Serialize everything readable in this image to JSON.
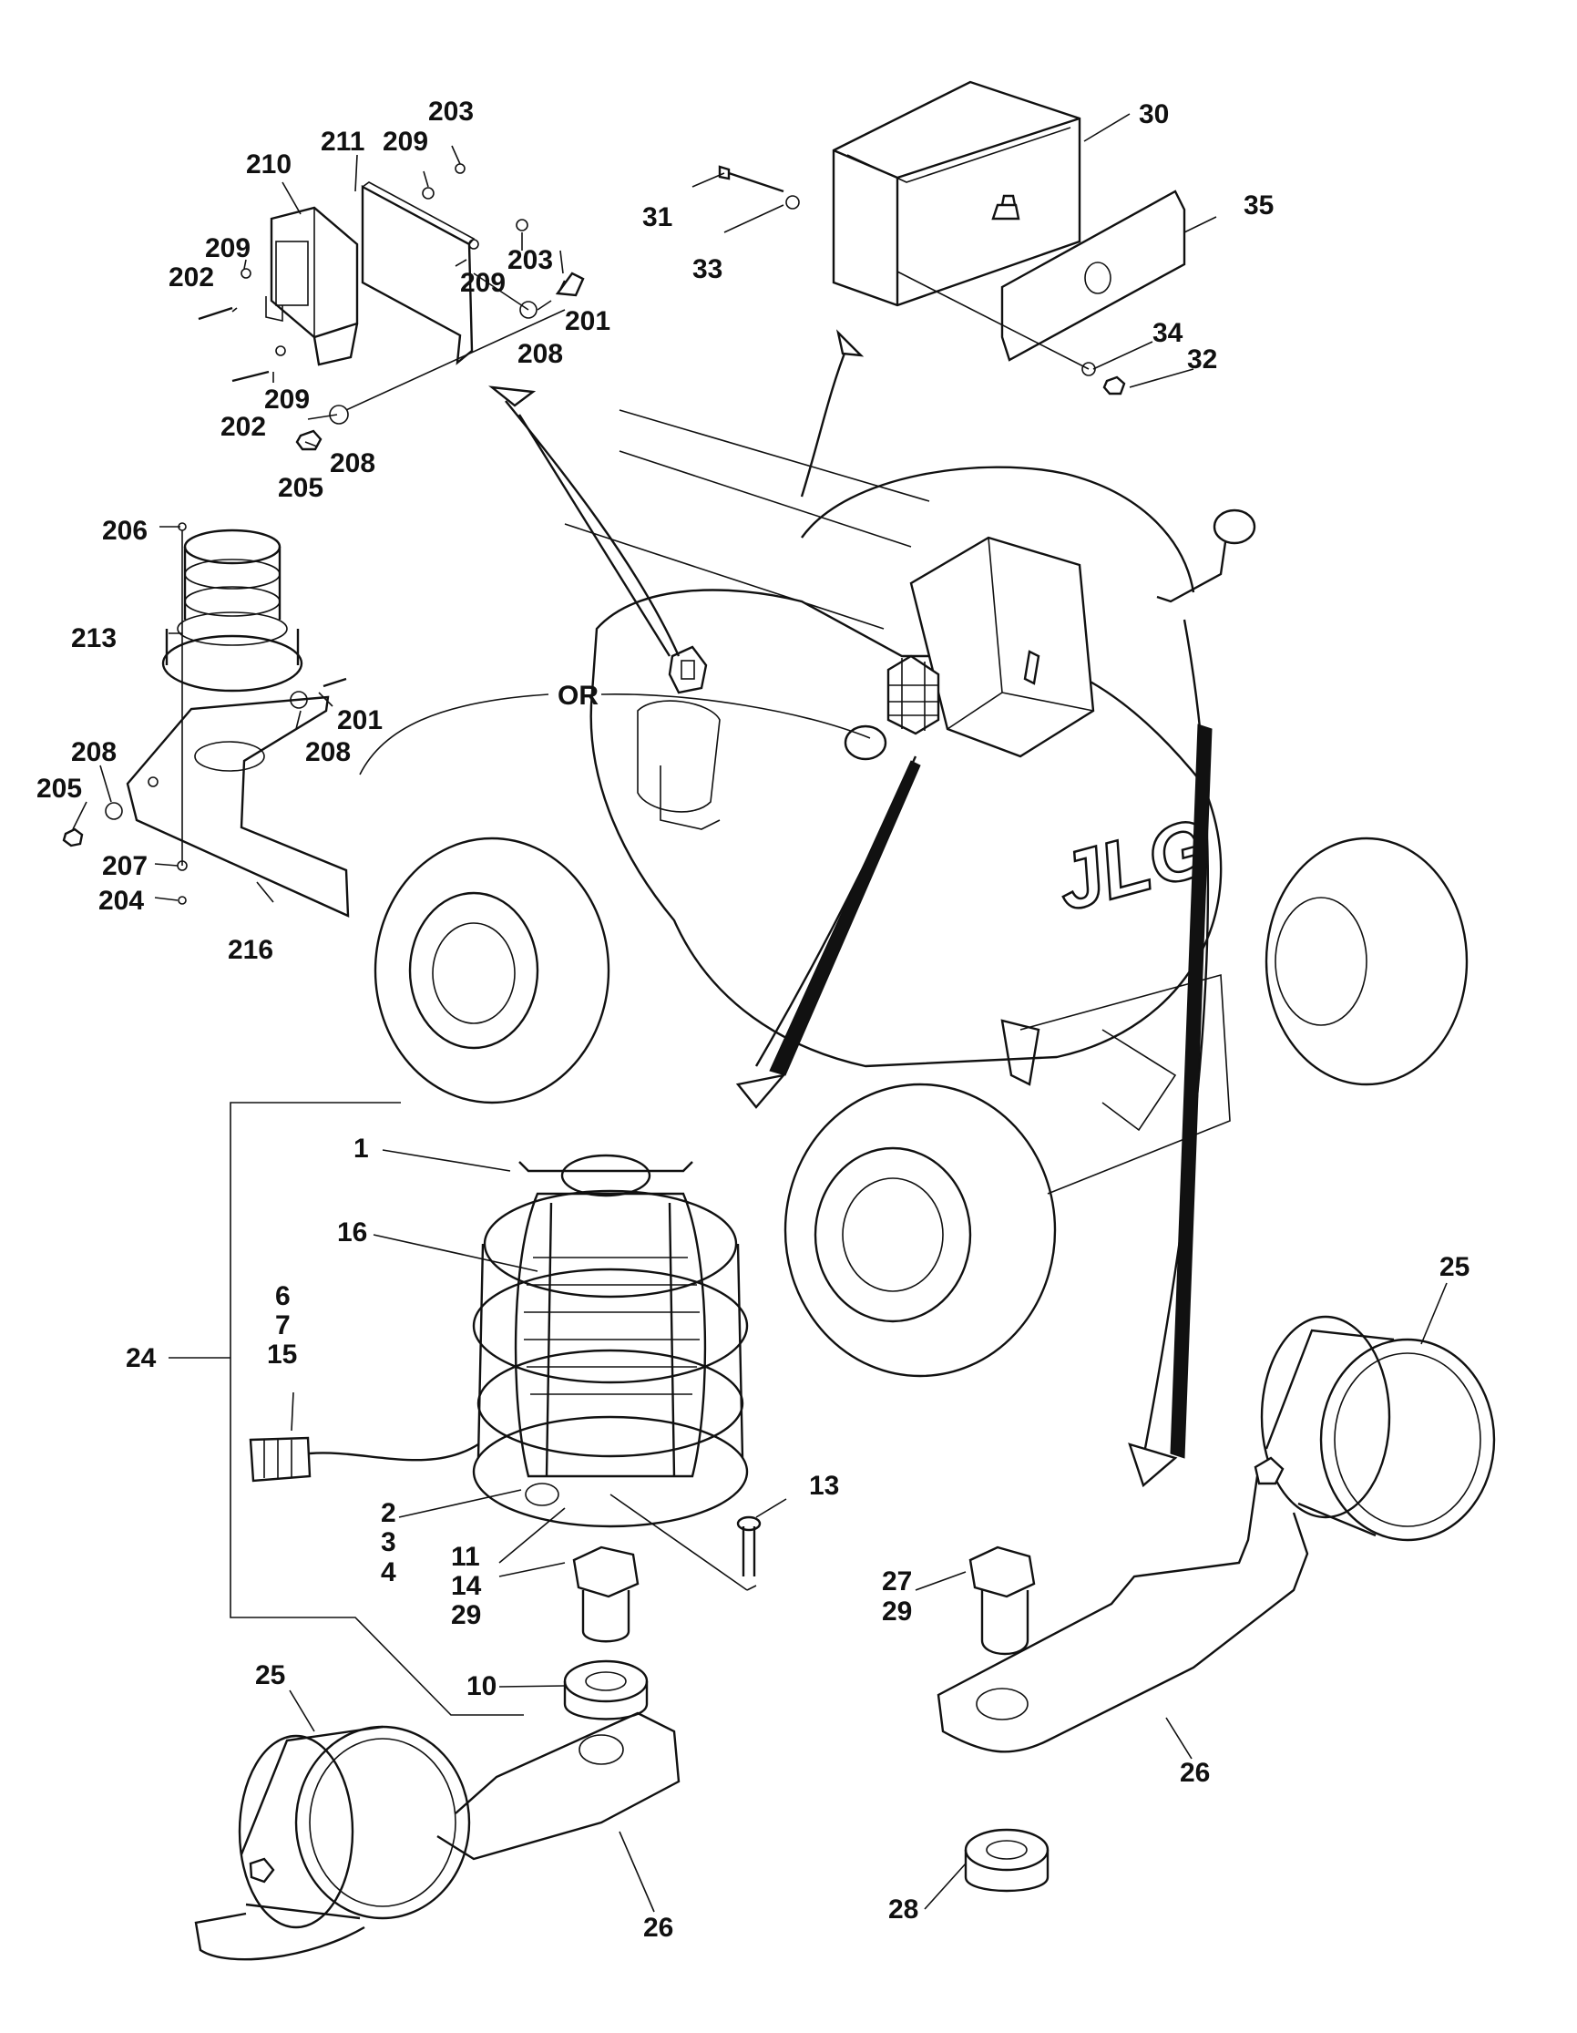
{
  "brand_logo": "JLG",
  "or_label": "OR",
  "callouts": {
    "c1": "1",
    "c2": "2",
    "c3": "3",
    "c4": "4",
    "c6": "6",
    "c7": "7",
    "c10": "10",
    "c11": "11",
    "c13": "13",
    "c14": "14",
    "c15": "15",
    "c16": "16",
    "c24": "24",
    "c25a": "25",
    "c25b": "25",
    "c26a": "26",
    "c26b": "26",
    "c27": "27",
    "c28": "28",
    "c29a": "29",
    "c29b": "29",
    "c30": "30",
    "c31": "31",
    "c32": "32",
    "c33": "33",
    "c34": "34",
    "c35": "35",
    "c201a": "201",
    "c201b": "201",
    "c202a": "202",
    "c202b": "202",
    "c203a": "203",
    "c203b": "203",
    "c204": "204",
    "c205a": "205",
    "c205b": "205",
    "c206": "206",
    "c207": "207",
    "c208a": "208",
    "c208b": "208",
    "c208c": "208",
    "c208d": "208",
    "c209a": "209",
    "c209b": "209",
    "c209c": "209",
    "c209d": "209",
    "c210": "210",
    "c211": "211",
    "c213": "213",
    "c216": "216"
  }
}
